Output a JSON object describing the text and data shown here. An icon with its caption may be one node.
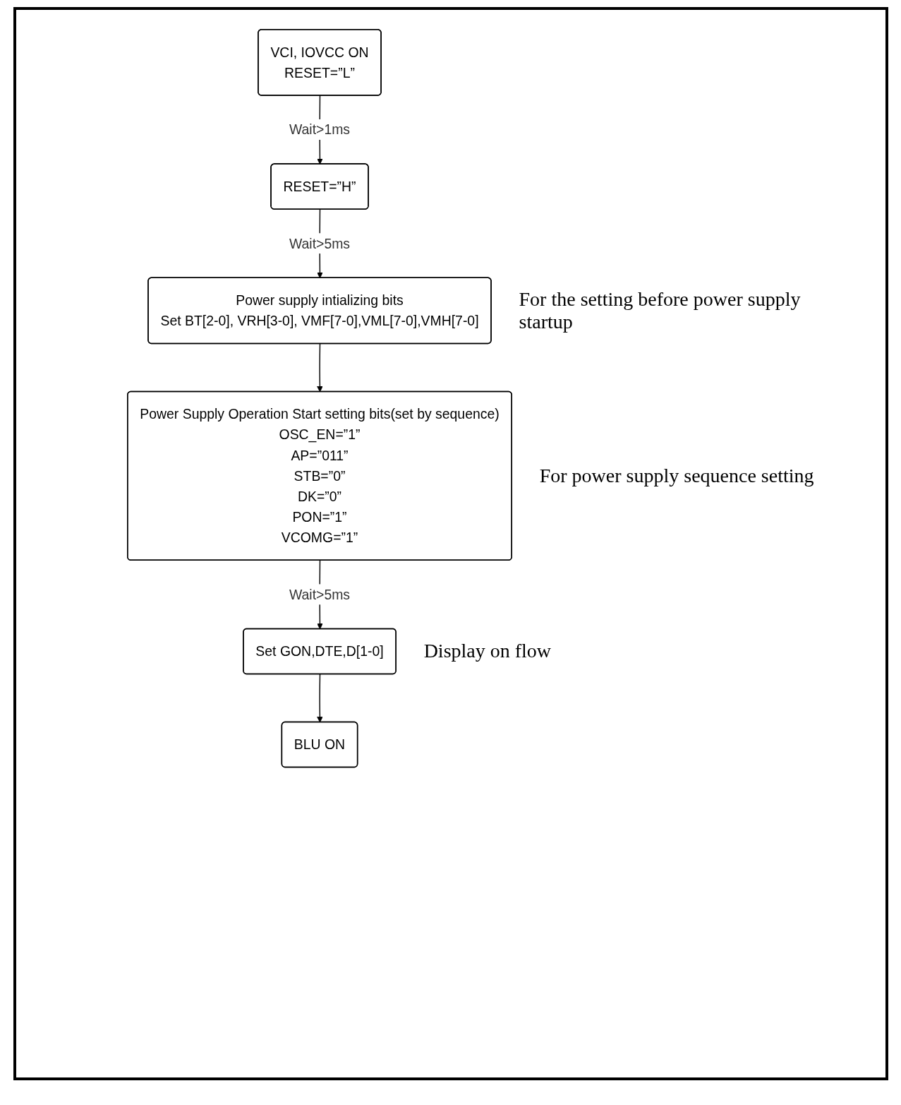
{
  "diagram": {
    "nodes": [
      {
        "text": [
          "VCI, IOVCC ON",
          "RESET=”L”"
        ]
      },
      {
        "text": [
          "RESET=”H”"
        ]
      },
      {
        "text": [
          "Power supply intializing bits",
          "Set BT[2-0], VRH[3-0], VMF[7-0],VML[7-0],VMH[7-0]"
        ],
        "beside": [
          "For the setting before power supply startup"
        ]
      },
      {
        "text": [
          "Power Supply Operation Start setting bits(set by sequence)",
          "OSC_EN=”1”",
          "AP=”011”",
          "STB=”0”",
          "DK=”0”",
          "PON=”1”",
          "VCOMG=”1”"
        ],
        "beside": [
          "For power supply sequence setting"
        ]
      },
      {
        "text": [
          "Set GON,DTE,D[1-0]"
        ],
        "beside": [
          "Display on flow"
        ]
      },
      {
        "text": [
          "BLU ON"
        ]
      }
    ],
    "edges": [
      {
        "from": 0,
        "to": 1,
        "arrow": "to",
        "label": "Wait>1ms"
      },
      {
        "from": 1,
        "to": 2,
        "arrow": "to",
        "label": "Wait>5ms"
      },
      {
        "from": 2,
        "to": 3,
        "arrow": "to"
      },
      {
        "from": 3,
        "to": 4,
        "arrow": "to",
        "label": "Wait>5ms"
      },
      {
        "from": 4,
        "to": 5,
        "arrow": "to"
      }
    ]
  }
}
